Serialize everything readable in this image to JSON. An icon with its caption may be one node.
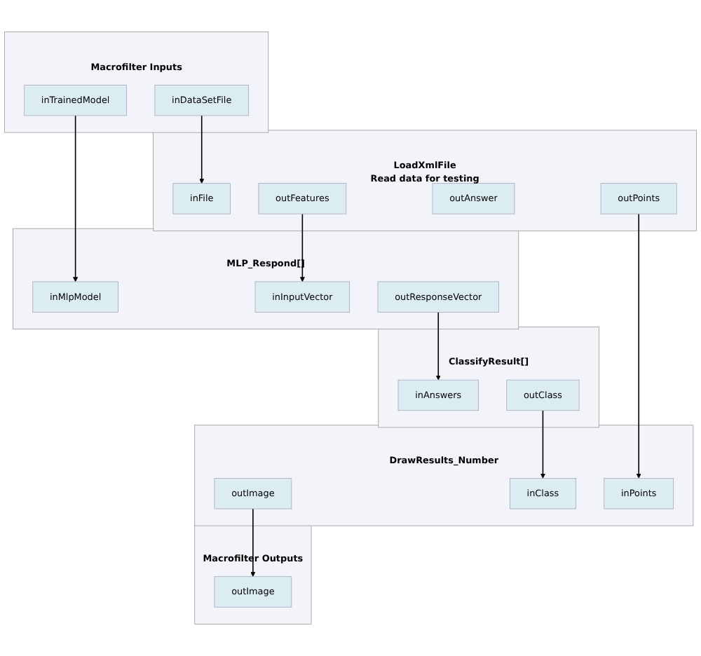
{
  "diagram": {
    "nodes": [
      {
        "text": [
          "Macrofilter Inputs"
        ]
      },
      {
        "text": [
          "inTrainedModel"
        ],
        "in": 0
      },
      {
        "text": [
          "inDataSetFile"
        ],
        "in": 0
      },
      {
        "text": [
          "LoadXmlFile",
          "Read data for testing"
        ]
      },
      {
        "text": [
          "inFile"
        ],
        "in": 3
      },
      {
        "text": [
          "outFeatures"
        ],
        "in": 3
      },
      {
        "text": [
          "outAnswer"
        ],
        "in": 3
      },
      {
        "text": [
          "outPoints"
        ],
        "in": 3
      },
      {
        "text": [
          "MLP_Respond[]"
        ]
      },
      {
        "text": [
          "inMlpModel"
        ],
        "in": 8
      },
      {
        "text": [
          "inInputVector"
        ],
        "in": 8
      },
      {
        "text": [
          "outResponseVector"
        ],
        "in": 8
      },
      {
        "text": [
          "ClassifyResult[]"
        ]
      },
      {
        "text": [
          "inAnswers"
        ],
        "in": 12
      },
      {
        "text": [
          "outClass"
        ],
        "in": 12
      },
      {
        "text": [
          "DrawResults_Number"
        ]
      },
      {
        "text": [
          "outImage"
        ],
        "in": 15
      },
      {
        "text": [
          "inPoints"
        ],
        "in": 15
      },
      {
        "text": [
          "inClass"
        ],
        "in": 15
      },
      {
        "text": [
          "Macrofilter Outputs"
        ]
      },
      {
        "text": [
          "outImage"
        ],
        "in": 19
      }
    ],
    "edges": [
      {
        "from": 1,
        "to": 9,
        "arrow": "to"
      },
      {
        "from": 2,
        "to": 4,
        "arrow": "to"
      },
      {
        "from": 5,
        "to": 10,
        "arrow": "to"
      },
      {
        "from": 11,
        "to": 13,
        "arrow": "to"
      },
      {
        "from": 7,
        "to": 17,
        "arrow": "to"
      },
      {
        "from": 14,
        "to": 18,
        "arrow": "to"
      },
      {
        "from": 16,
        "to": 20,
        "arrow": "to"
      }
    ]
  }
}
